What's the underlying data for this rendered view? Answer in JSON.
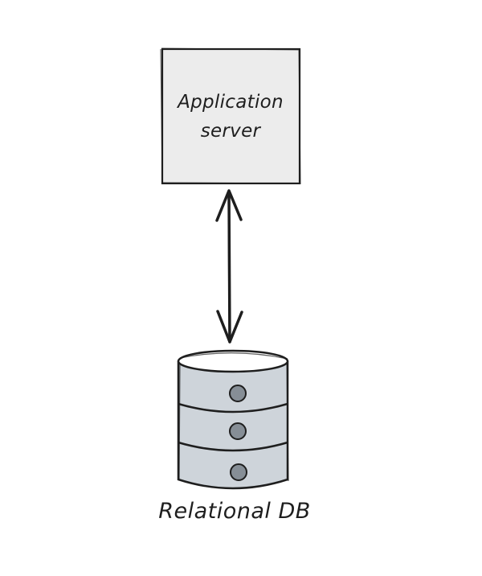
{
  "app_server": {
    "label_line1": "Application",
    "label_line2": "server"
  },
  "database": {
    "label": "Relational DB"
  },
  "connection": {
    "direction": "bidirectional"
  },
  "colors": {
    "stroke": "#1e1e1e",
    "server_fill": "#ececec",
    "db_body_fill": "#ced4da",
    "db_top_fill": "#ffffff",
    "db_indicator_fill": "#868e96"
  }
}
